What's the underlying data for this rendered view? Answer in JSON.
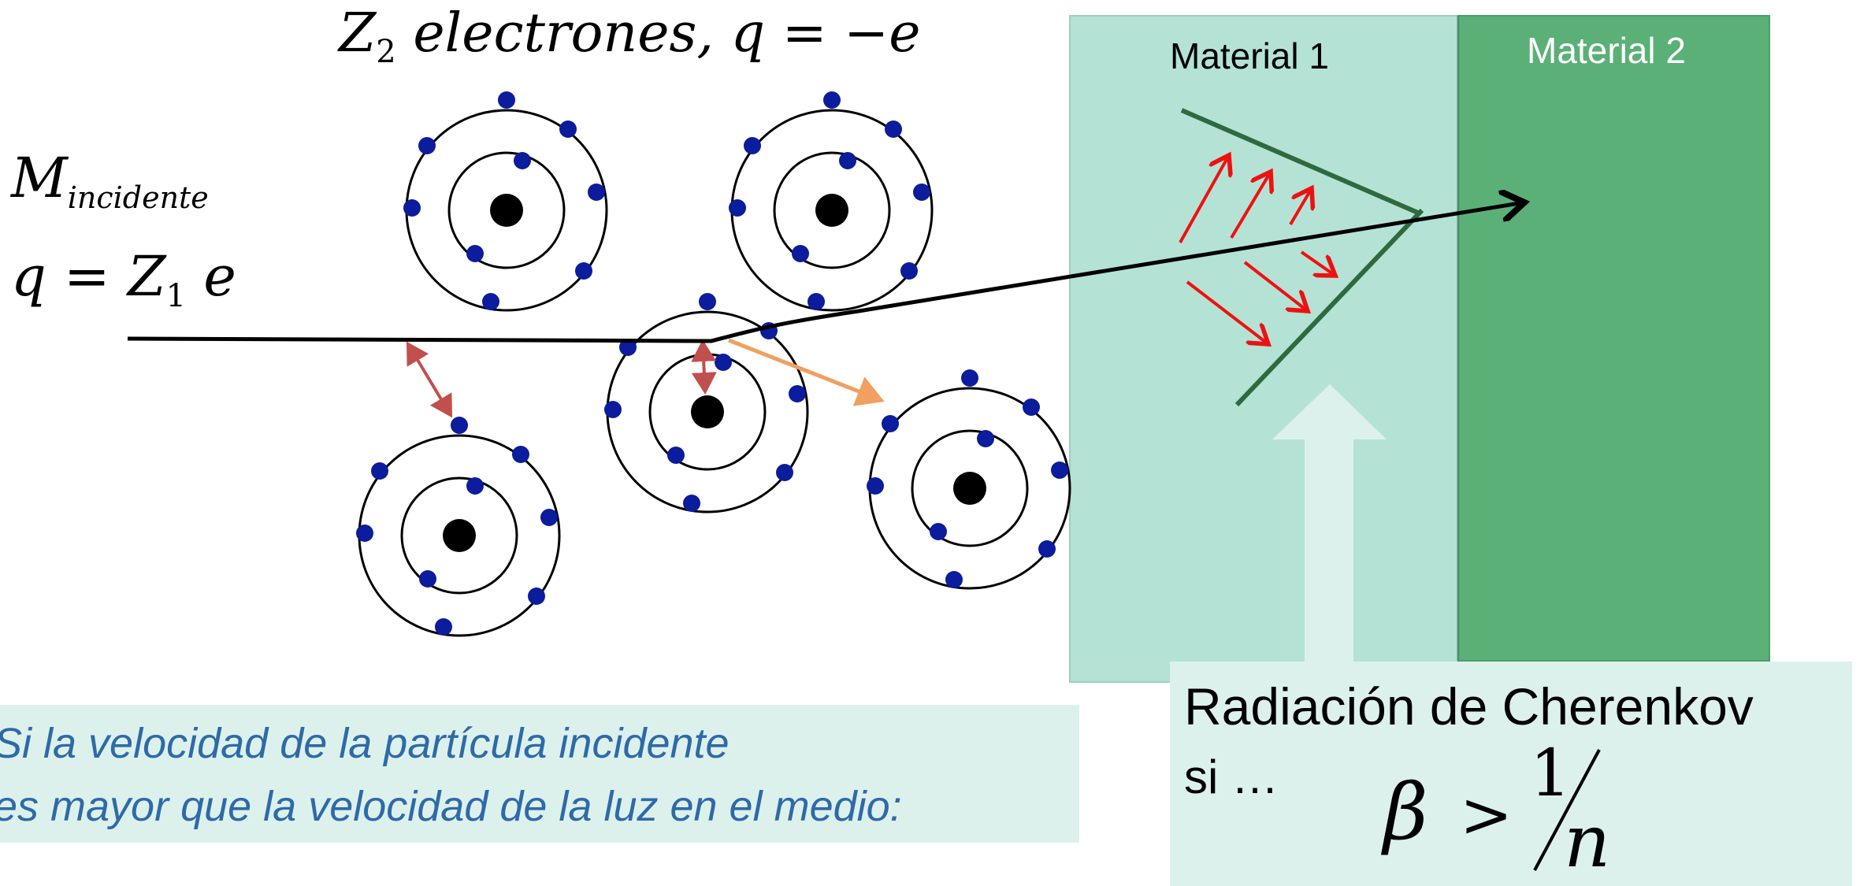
{
  "title": {
    "symbol": "Z",
    "sub": "2",
    "text": " electrones,  q = −e"
  },
  "particle": {
    "symbol": "M",
    "sub": "incidente",
    "charge_left": "q = Z",
    "charge_sub": "1",
    "charge_right": " e"
  },
  "materials": {
    "m1": "Material 1",
    "m2": "Material 2",
    "m1_color": "#B4E3D5",
    "m2_color": "#5BB078"
  },
  "condition_caption": {
    "line1": "Si la velocidad de la partícula incidente",
    "line2": "es mayor que la velocidad de la luz en el medio:",
    "color": "#2E6AA8"
  },
  "cherenkov": {
    "title": "Radiación de Cherenkov",
    "prefix": "si  …",
    "beta": "β",
    "gt": ">",
    "one": "1",
    "n": "n"
  },
  "colors": {
    "electron": "#0B1C9C",
    "nucleus": "#000000",
    "interaction_arrow": "#C0504D",
    "knock_on_arrow": "#F0A060",
    "cherenkov_arrows": "#EE1111",
    "cone": "#2E6A3E",
    "track": "#000000"
  }
}
